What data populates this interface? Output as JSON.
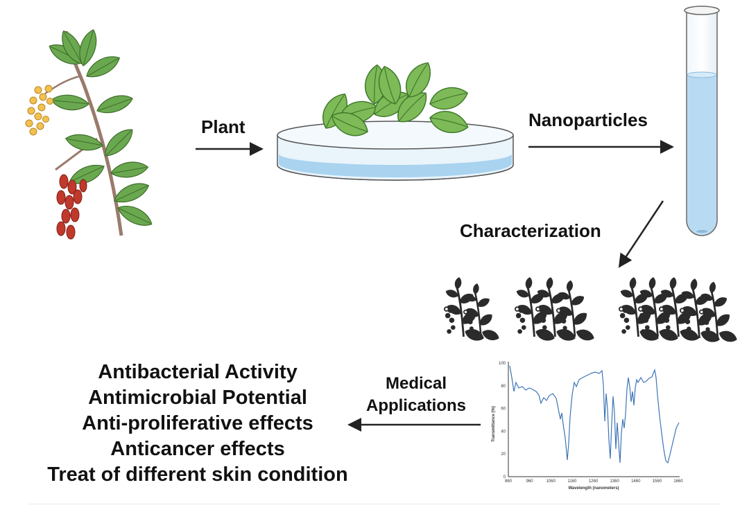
{
  "labels": {
    "plant": "Plant",
    "nanoparticles": "Nanoparticles",
    "characterization": "Characterization",
    "medical_line1": "Medical",
    "medical_line2": "Applications"
  },
  "applications": [
    "Antibacterial Activity",
    "Antimicrobial Potential",
    "Anti-proliferative effects",
    "Anticancer effects",
    "Treat of different skin condition"
  ],
  "spectrum": {
    "xlabel": "Wavelength (nanometers)",
    "ylabel": "Transmittance (%)",
    "x_ticks": [
      "860",
      "960",
      "1060",
      "1160",
      "1260",
      "1360",
      "1460",
      "1560",
      "1660"
    ],
    "y_ticks": [
      "0",
      "20",
      "40",
      "60",
      "80",
      "100"
    ],
    "line_color": "#3d74b6"
  },
  "colors": {
    "leaf": "#6aa84f",
    "berry": "#c0392b",
    "flower": "#f2c14e",
    "liquid": "#bcdcf2",
    "silhouette": "#2b2b2b"
  }
}
